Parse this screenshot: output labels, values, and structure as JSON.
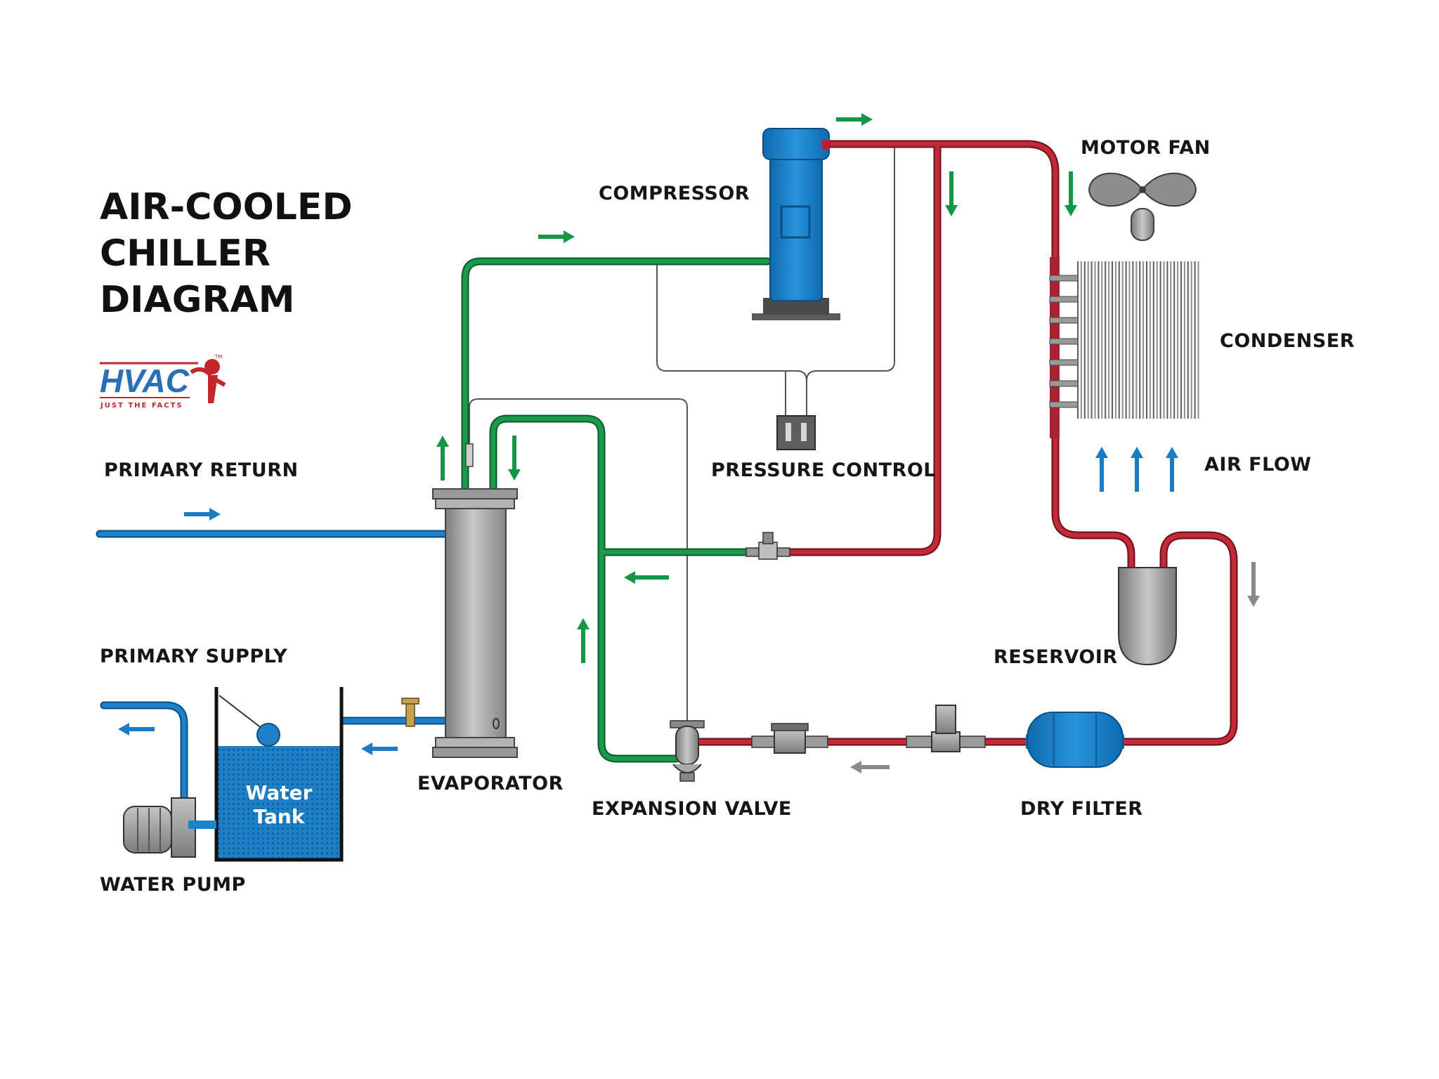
{
  "title": {
    "line1": "AIR-COOLED",
    "line2": "CHILLER",
    "line3": "DIAGRAM"
  },
  "logo": {
    "text": "HVAC",
    "tagline": "JUST THE FACTS",
    "tm": "TM"
  },
  "labels": {
    "compressor": "COMPRESSOR",
    "motor_fan": "MOTOR FAN",
    "condenser": "CONDENSER",
    "air_flow": "AIR FLOW",
    "pressure_control": "PRESSURE CONTROL",
    "primary_return": "PRIMARY RETURN",
    "primary_supply": "PRIMARY SUPPLY",
    "evaporator": "EVAPORATOR",
    "expansion_valve": "EXPANSION VALVE",
    "reservoir": "RESERVOIR",
    "dry_filter": "DRY FILTER",
    "water_pump": "WATER PUMP",
    "water_tank_line1": "Water",
    "water_tank_line2": "Tank"
  },
  "colors": {
    "hot_line": "#b5232f",
    "cold_line": "#179547",
    "water_line": "#1b7cc4",
    "equipment_blue": "#1f86cf",
    "equipment_gray": "#9a9a9a",
    "arrow_gray": "#8a8a8a"
  },
  "icons": {
    "motor_fan": "fan-icon",
    "compressor": "compressor-icon",
    "water_pump": "pump-icon"
  }
}
